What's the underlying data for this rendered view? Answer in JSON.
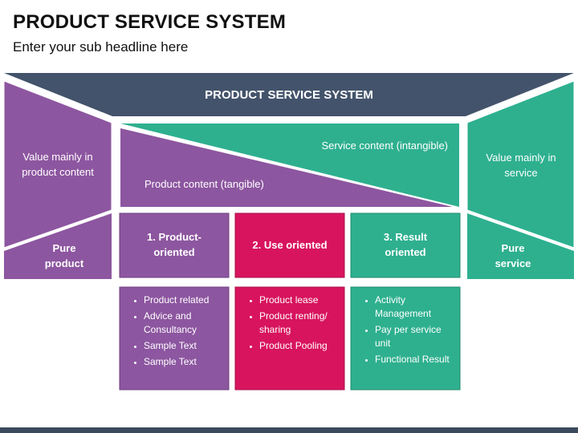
{
  "header": {
    "title": "PRODUCT SERVICE SYSTEM",
    "subtitle": "Enter your sub headline here"
  },
  "diagram": {
    "banner": "PRODUCT SERVICE SYSTEM",
    "left_value": "Value mainly in product content",
    "right_value": "Value mainly in service",
    "service_content": "Service content (intangible)",
    "product_content": "Product content (tangible)",
    "pure_product": "Pure product",
    "pure_service": "Pure service",
    "categories": [
      {
        "label": "1. Product-oriented",
        "items": [
          "Product related",
          "Advice and Consultancy",
          "Sample Text",
          "Sample Text"
        ]
      },
      {
        "label": "2. Use oriented",
        "items": [
          "Product lease",
          "Product renting/ sharing",
          "Product Pooling"
        ]
      },
      {
        "label": "3. Result oriented",
        "items": [
          "Activity Management",
          "Pay per service unit",
          "Functional Result"
        ]
      }
    ]
  },
  "colors": {
    "purple": "#8d56a0",
    "pink": "#d8145e",
    "teal": "#2eb08f",
    "navy": "#43536b"
  }
}
